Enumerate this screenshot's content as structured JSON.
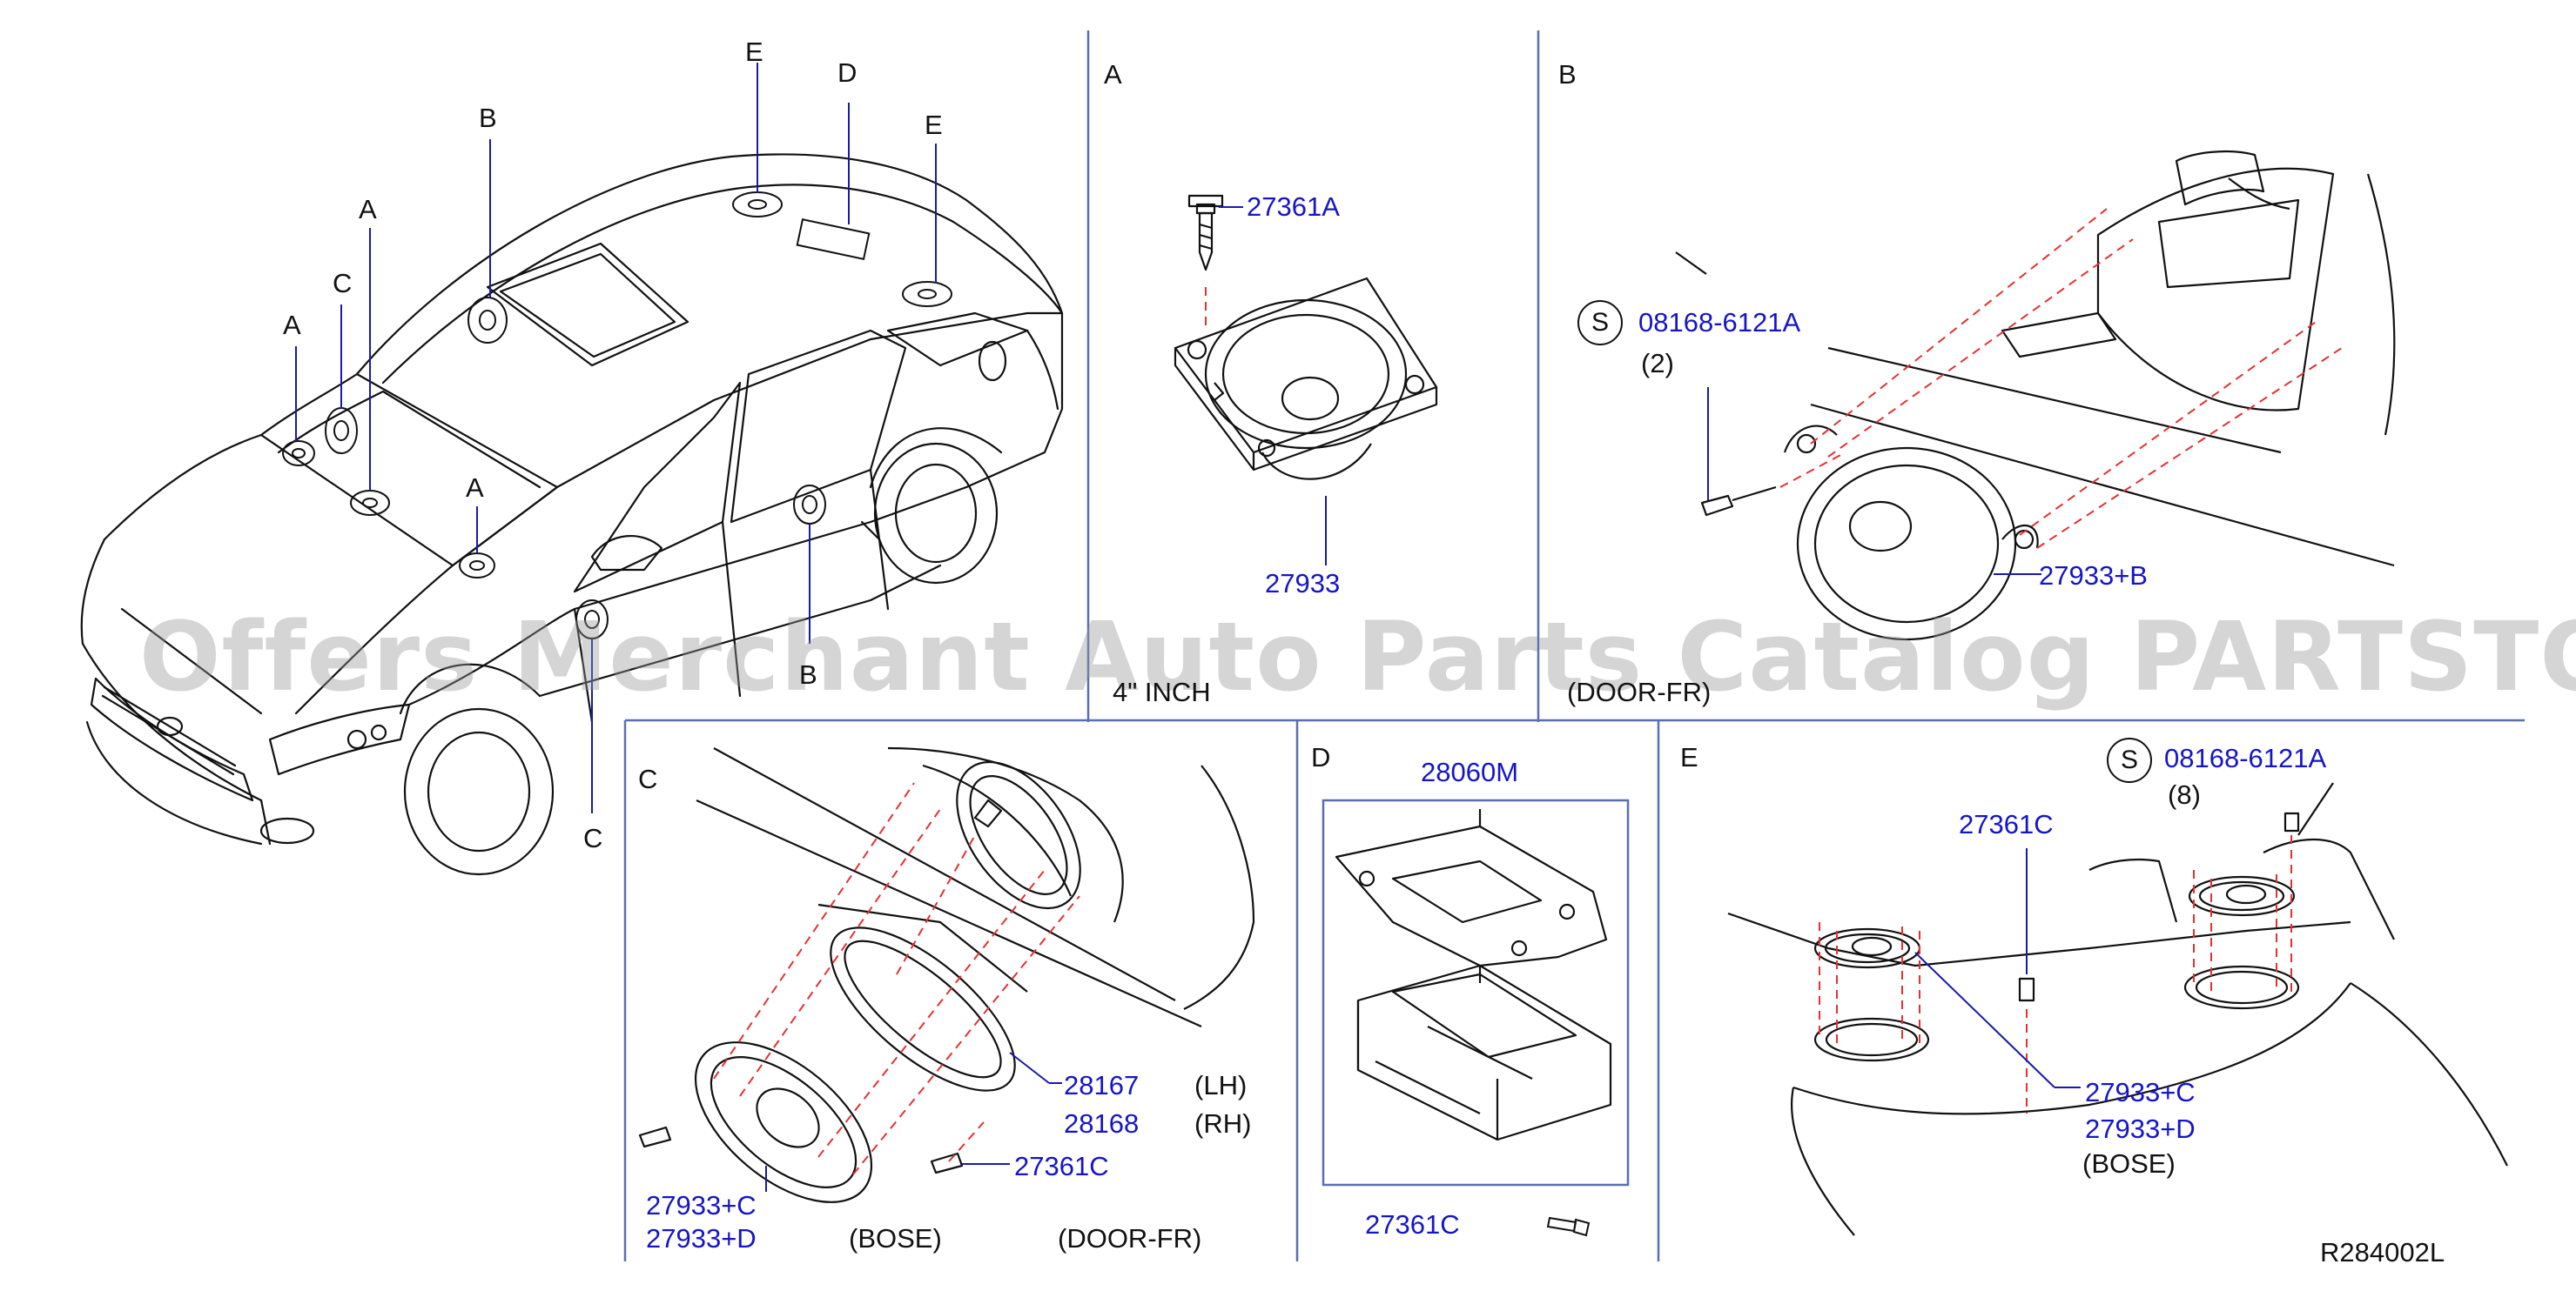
{
  "overview": {
    "labels": {
      "e1": "E",
      "d": "D",
      "e2": "E",
      "b": "B",
      "a1": "A",
      "c1": "C",
      "a2": "A",
      "a3": "A",
      "c2": "C",
      "b2": "B"
    }
  },
  "panel_a": {
    "title": "A",
    "screw_part": "27361A",
    "speaker_part": "27933",
    "note": "4\" INCH"
  },
  "panel_b": {
    "title": "B",
    "s_symbol": "S",
    "bolt_part": "08168-6121A",
    "bolt_qty": "(2)",
    "speaker_part": "27933+B",
    "note": "(DOOR-FR)"
  },
  "panel_c": {
    "title": "C",
    "bracket_lh": "28167",
    "lh": "(LH)",
    "bracket_rh": "28168",
    "rh": "(RH)",
    "screw_part": "27361C",
    "speaker_part_1": "27933+C",
    "speaker_part_2": "27933+D",
    "note_bose": "(BOSE)",
    "note_door": "(DOOR-FR)"
  },
  "panel_d": {
    "title": "D",
    "amp_part": "28060M",
    "screw_part": "27361C"
  },
  "panel_e": {
    "title": "E",
    "s_symbol": "S",
    "bolt_part": "08168-6121A",
    "bolt_qty": "(8)",
    "screw_part": "27361C",
    "speaker_part_1": "27933+C",
    "speaker_part_2": "27933+D",
    "note_bose": "(BOSE)",
    "diagram_code": "R284002L"
  },
  "watermark": "Offers Merchant Auto Parts Catalog PARTSTORE.SA",
  "colors": {
    "line": "#111111",
    "part_number": "#1515c8",
    "leader": "#1a1aa8",
    "dashed": "#e53030",
    "frame": "#5a6fb0"
  }
}
